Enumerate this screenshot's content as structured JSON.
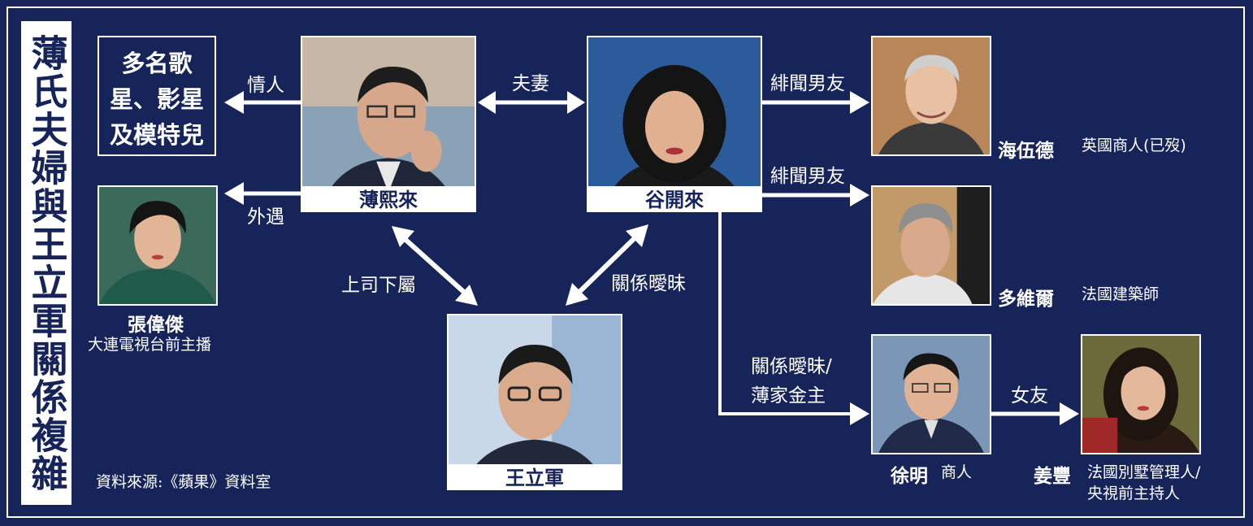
{
  "title": "薄氏夫婦與王立軍關係複雜",
  "source": "資料來源:《蘋果》資料室",
  "singers_box": {
    "line1": "多名歌",
    "line2": "星、影星",
    "line3": "及模特兒"
  },
  "people": {
    "bo_xilai": {
      "name": "薄熙來"
    },
    "gu_kailai": {
      "name": "谷開來"
    },
    "wang_lijun": {
      "name": "王立軍"
    },
    "zhang_weijie": {
      "name": "張偉傑",
      "desc": "大連電視台前主播"
    },
    "heywood": {
      "name": "海伍德",
      "desc": "英國商人(已歿)"
    },
    "devillers": {
      "name": "多維爾",
      "desc": "法國建築師"
    },
    "xu_ming": {
      "name": "徐明",
      "desc": "商人"
    },
    "jiang_feng": {
      "name": "姜豐",
      "desc_line1": "法國別墅管理人/",
      "desc_line2": "央視前主持人"
    }
  },
  "relations": {
    "lover": "情人",
    "affair": "外遇",
    "spouse": "夫妻",
    "rumored_bf_1": "緋聞男友",
    "rumored_bf_2": "緋聞男友",
    "superior": "上司下屬",
    "ambiguous": "關係曖昧",
    "ambiguous_patron_1": "關係曖昧/",
    "ambiguous_patron_2": "薄家金主",
    "girlfriend": "女友"
  },
  "colors": {
    "background": "#16245a",
    "foreground": "#ffffff",
    "skin": "#d9a98a",
    "hair": "#1c1c1c"
  }
}
